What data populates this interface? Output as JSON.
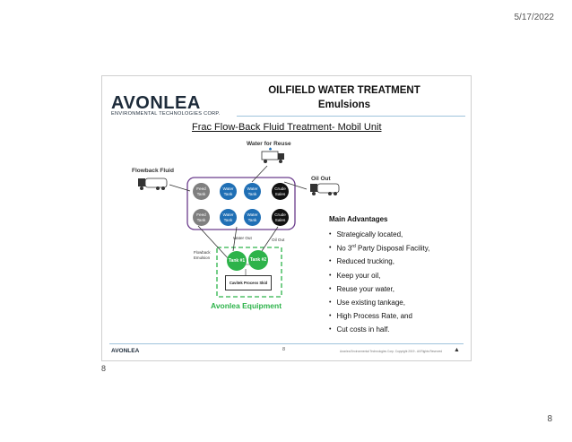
{
  "header": {
    "date": "5/17/2022"
  },
  "slide": {
    "title_line1": "OILFIELD WATER TREATMENT",
    "title_line2": "Emulsions",
    "brand_name": "AVONLEA",
    "brand_tagline": "ENVIRONMENTAL TECHNOLOGIES CORP.",
    "subtitle": "Frac Flow-Back Fluid Treatment- Mobil Unit",
    "diagram": {
      "water_for_reuse": "Water for Reuse",
      "flowback_fluid": "Flowback Fluid",
      "oil_out_top": "Oil Out",
      "water_out": "Water Out",
      "oil_out_small": "Oil Out",
      "flowback_emulsion": "Flowback Emulsion",
      "top_row": [
        "Feed Tank",
        "Water Tank",
        "Water Tank",
        "Crude Sales"
      ],
      "bottom_row": [
        "Feed Tank",
        "Water Tank",
        "Water Tank",
        "Crude Sales"
      ],
      "green_tanks": [
        "Tank #1",
        "Tank #2"
      ],
      "skid_label": "Cavitek Process Skid",
      "equipment_label": "Avonlea Equipment"
    },
    "advantages": {
      "title": "Main Advantages",
      "items": [
        "Strategically located,",
        "No 3rd Party Disposal Facility,",
        "Reduced trucking,",
        "Keep your oil,",
        "Reuse your water,",
        "Use existing tankage,",
        "High Process Rate, and",
        "Cut costs in half."
      ]
    },
    "footer": {
      "brand": "AVONLEA",
      "page_number": "8",
      "copyright": "Avonlea Environmental Technologies Corp. Copyright 2019 - All Rights Reserved"
    }
  },
  "page": {
    "below_slide_number": "8",
    "corner_number": "8"
  },
  "colors": {
    "tank_blue": "#1f6fb5",
    "tank_grey": "#7f7f7f",
    "equipment_green": "#2db34a",
    "frame_purple": "#6b3c8c"
  }
}
